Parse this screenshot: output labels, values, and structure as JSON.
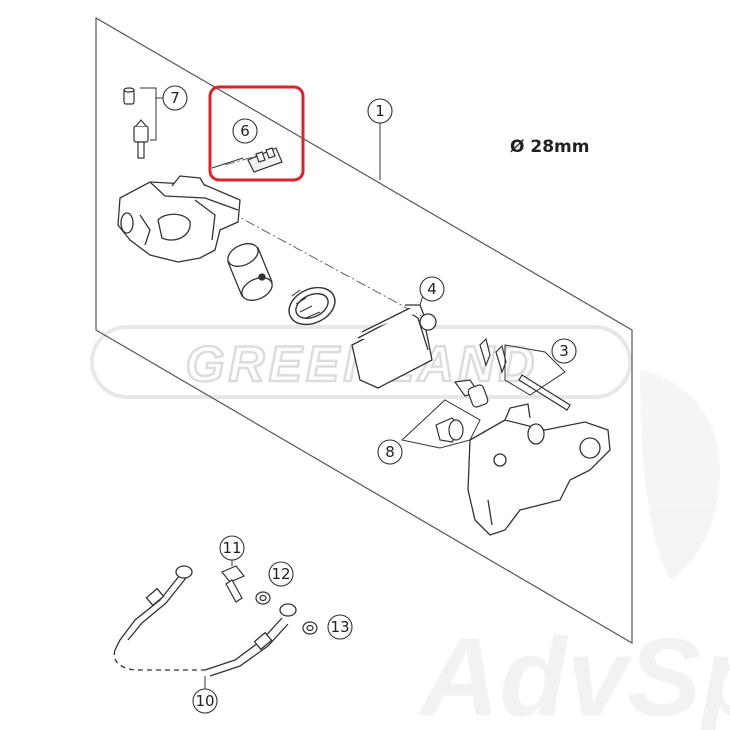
{
  "diagram": {
    "dimension_label": "Ø 28mm",
    "highlight_color": "#d9242b",
    "line_color": "#333333",
    "callouts": [
      {
        "id": "1",
        "label": "1"
      },
      {
        "id": "3",
        "label": "3"
      },
      {
        "id": "4",
        "label": "4"
      },
      {
        "id": "6",
        "label": "6"
      },
      {
        "id": "7",
        "label": "7"
      },
      {
        "id": "8",
        "label": "8"
      },
      {
        "id": "10",
        "label": "10"
      },
      {
        "id": "11",
        "label": "11"
      },
      {
        "id": "12",
        "label": "12"
      },
      {
        "id": "13",
        "label": "13"
      }
    ],
    "highlighted_callout": "6"
  },
  "watermarks": {
    "primary": "GREENLAND",
    "secondary": "AdvSp"
  }
}
